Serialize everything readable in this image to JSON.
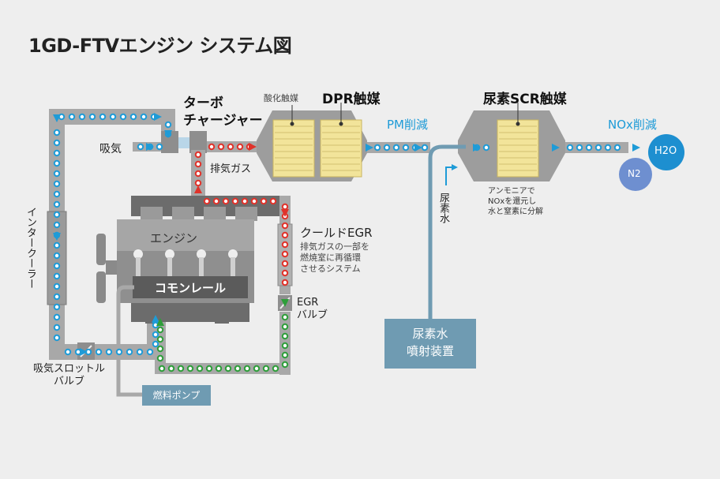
{
  "title": "1GD-FTVエンジン システム図",
  "labels": {
    "turbo_line1": "ターボ",
    "turbo_line2": "チャージャー",
    "intake_air": "吸気",
    "exhaust_gas": "排気ガス",
    "oxidation_catalyst": "酸化触媒",
    "dpr_catalyst": "DPR触媒",
    "pm_reduction": "PM削減",
    "scr_catalyst": "尿素SCR触媒",
    "nox_reduction": "NOx削減",
    "scr_note_line1": "アンモニアで",
    "scr_note_line2": "NOxを還元し",
    "scr_note_line3": "水と窒素に分解",
    "urea_water_vertical": "尿素水",
    "urea_injector_line1": "尿素水",
    "urea_injector_line2": "噴射装置",
    "engine": "エンジン",
    "common_rail": "コモンレール",
    "cooled_egr": "クールドEGR",
    "egr_note_line1": "排気ガスの一部を",
    "egr_note_line2": "燃焼室に再循環",
    "egr_note_line3": "させるシステム",
    "egr_valve_line1": "EGR",
    "egr_valve_line2": "バルブ",
    "intercooler": "インタークーラー",
    "throttle_line1": "吸気スロットル",
    "throttle_line2": "バルブ",
    "fuel_pump": "燃料ポンプ",
    "h2o": "H2O",
    "n2": "N2"
  },
  "colors": {
    "background": "#eeeeee",
    "pipe": "#a8a8a8",
    "intake_flow": "#1e9bd7",
    "exhaust_flow": "#e0322a",
    "egr_return_flow": "#2e9e3a",
    "catalyst_fill": "#f2e49a",
    "engine_body": "#9a9a9a",
    "engine_dark": "#6c6c6c",
    "urea_box": "#6f9bb2",
    "h2o_bubble": "#1d8fd0",
    "n2_bubble": "#6e8fd0"
  }
}
